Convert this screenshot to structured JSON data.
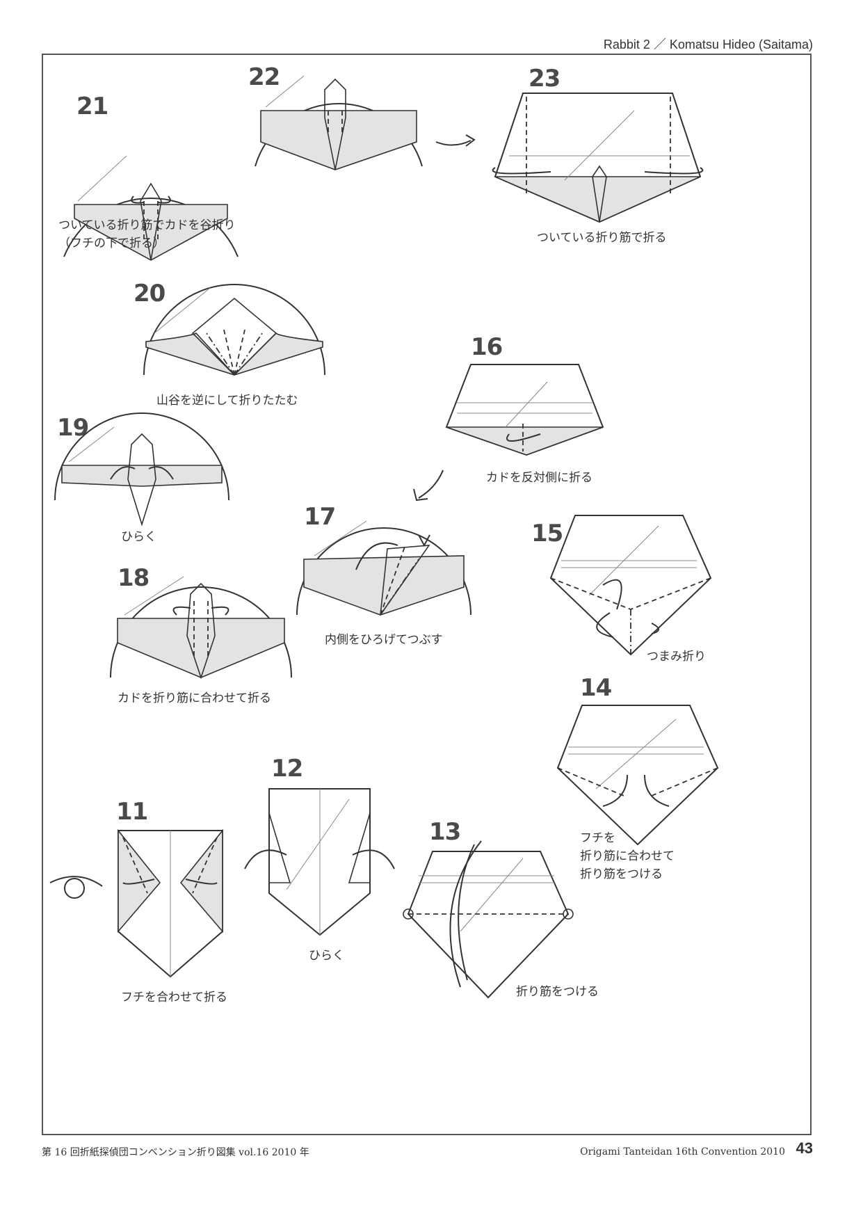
{
  "header": "Rabbit 2 ／ Komatsu Hideo (Saitama)",
  "steps": {
    "s11": {
      "num": "11",
      "caption": "フチを合わせて折る"
    },
    "s12": {
      "num": "12",
      "caption": "ひらく"
    },
    "s13": {
      "num": "13",
      "caption": "折り筋をつける"
    },
    "s14": {
      "num": "14",
      "caption_lines": [
        "フチを",
        "折り筋に合わせて",
        "折り筋をつける"
      ]
    },
    "s15": {
      "num": "15",
      "caption": "つまみ折り"
    },
    "s16": {
      "num": "16",
      "caption": "カドを反対側に折る"
    },
    "s17": {
      "num": "17",
      "caption": "内側をひろげてつぶす"
    },
    "s18": {
      "num": "18",
      "caption": "カドを折り筋に合わせて折る"
    },
    "s19": {
      "num": "19",
      "caption": "ひらく"
    },
    "s20": {
      "num": "20",
      "caption": "山谷を逆にして折りたたむ"
    },
    "s21": {
      "num": "21",
      "caption_lines": [
        "ついている折り筋でカドを谷折り",
        "（フチの下で折る）"
      ]
    },
    "s22": {
      "num": "22"
    },
    "s23": {
      "num": "23",
      "caption": "ついている折り筋で折る"
    }
  },
  "footer": {
    "left": "第 16 回折紙探偵団コンベンション折り図集 vol.16 2010 年",
    "right": "Origami Tanteidan 16th Convention 2010",
    "page": "43"
  }
}
